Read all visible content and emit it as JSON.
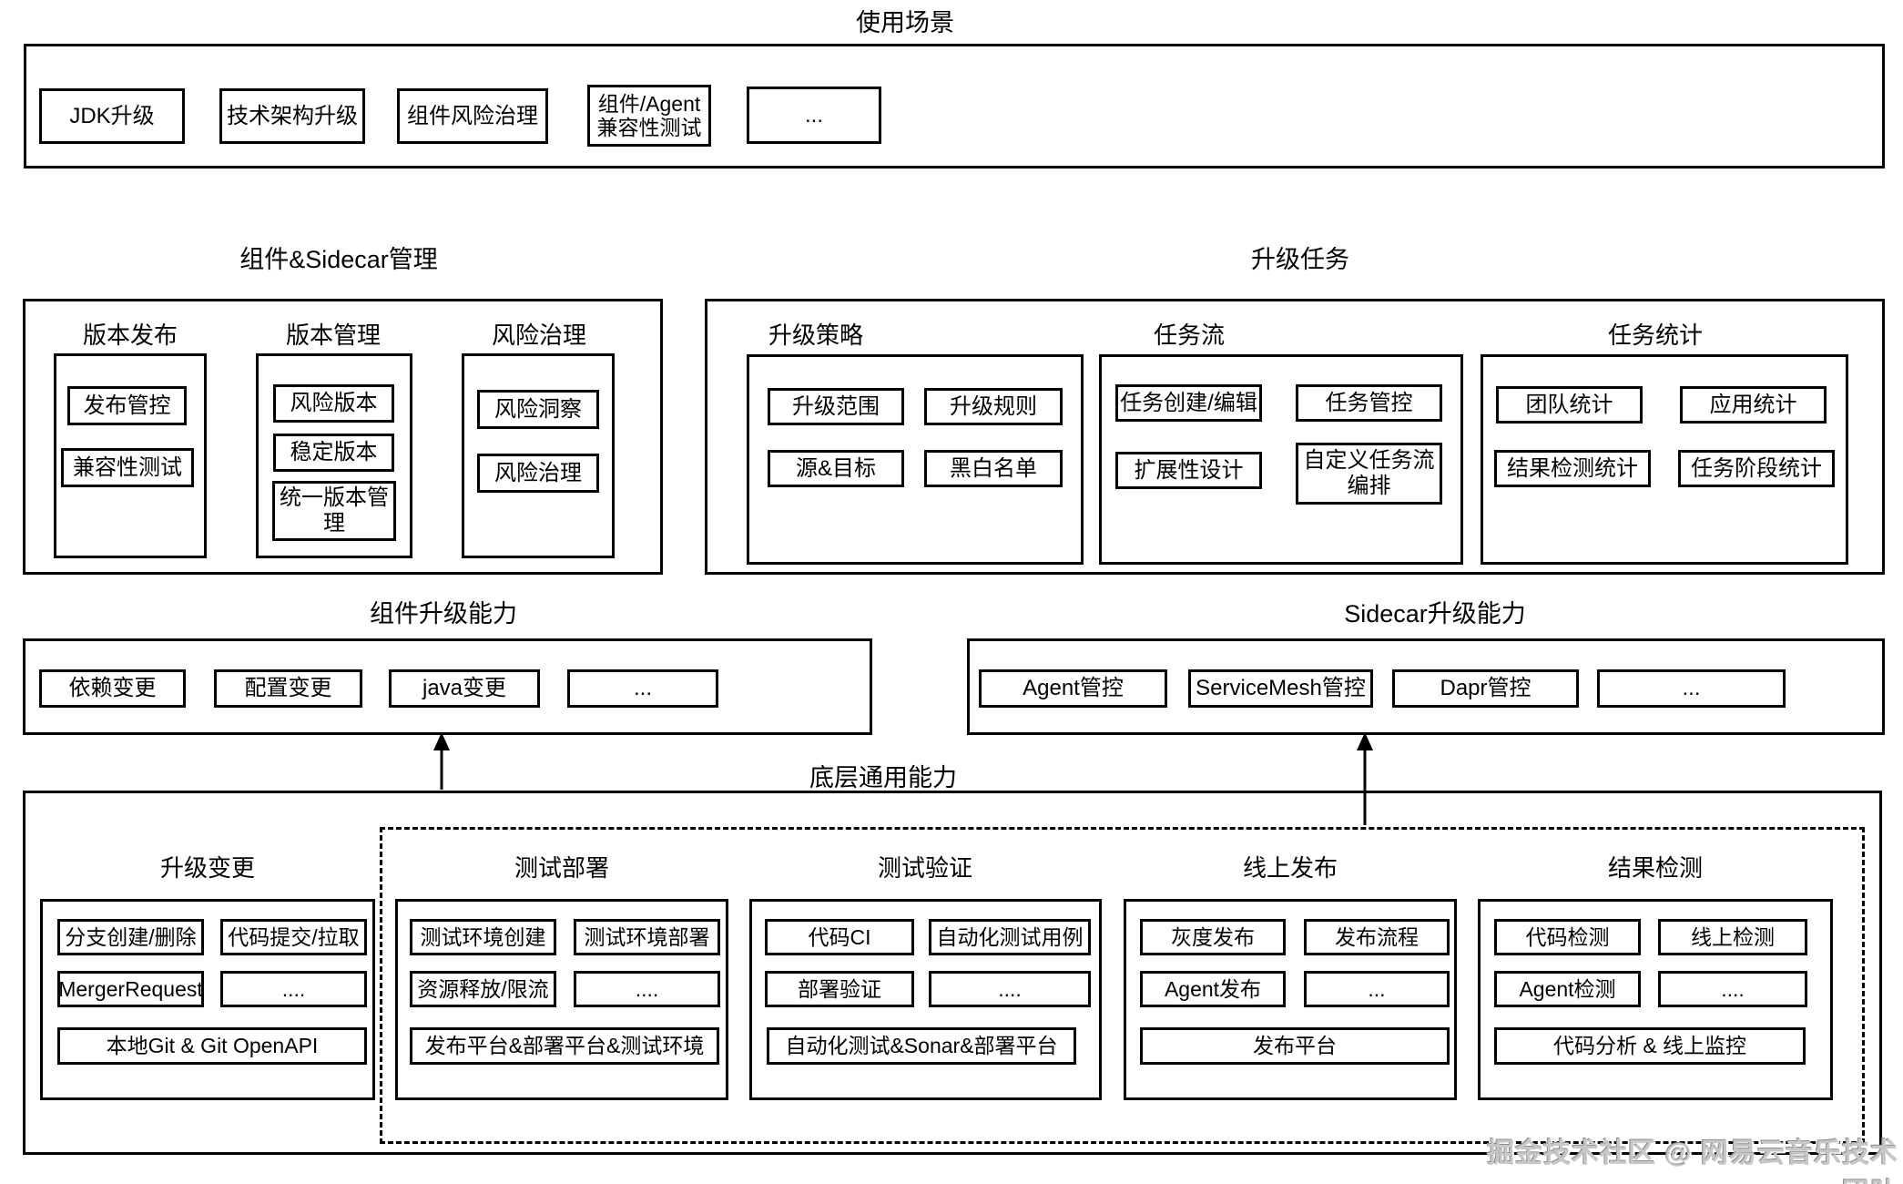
{
  "colors": {
    "line": "#000000",
    "background": "#ffffff",
    "watermark": "#c7c7c7"
  },
  "watermark": "掘金技术社区 @ 网易云音乐技术团队",
  "usage": {
    "title": "使用场景",
    "items": [
      "JDK升级",
      "技术架构升级",
      "组件风险治理",
      "组件/Agent\n兼容性测试",
      "..."
    ]
  },
  "management": {
    "title": "组件&Sidecar管理",
    "columns": [
      {
        "title": "版本发布",
        "items": [
          "发布管控",
          "兼容性测试"
        ]
      },
      {
        "title": "版本管理",
        "items": [
          "风险版本",
          "稳定版本",
          "统一版本管理"
        ]
      },
      {
        "title": "风险治理",
        "items": [
          "风险洞察",
          "风险治理"
        ]
      }
    ]
  },
  "upgrade_task": {
    "title": "升级任务",
    "columns": [
      {
        "title": "升级策略",
        "items": [
          "升级范围",
          "升级规则",
          "源&目标",
          "黑白名单"
        ]
      },
      {
        "title": "任务流",
        "items": [
          "任务创建/编辑",
          "任务管控",
          "扩展性设计",
          "自定义任务流编排"
        ]
      },
      {
        "title": "任务统计",
        "items": [
          "团队统计",
          "应用统计",
          "结果检测统计",
          "任务阶段统计"
        ]
      }
    ]
  },
  "component_capability": {
    "title": "组件升级能力",
    "items": [
      "依赖变更",
      "配置变更",
      "java变更",
      "..."
    ]
  },
  "sidecar_capability": {
    "title": "Sidecar升级能力",
    "items": [
      "Agent管控",
      "ServiceMesh管控",
      "Dapr管控",
      "..."
    ]
  },
  "base_capability": {
    "title": "底层通用能力",
    "columns": [
      {
        "title": "升级变更",
        "items": [
          "分支创建/删除",
          "代码提交/拉取",
          "MergerRequest",
          "...."
        ],
        "footer": "本地Git & Git OpenAPI"
      },
      {
        "title": "测试部署",
        "items": [
          "测试环境创建",
          "测试环境部署",
          "资源释放/限流",
          "...."
        ],
        "footer": "发布平台&部署平台&测试环境"
      },
      {
        "title": "测试验证",
        "items": [
          "代码CI",
          "自动化测试用例",
          "部署验证",
          "...."
        ],
        "footer": "自动化测试&Sonar&部署平台"
      },
      {
        "title": "线上发布",
        "items": [
          "灰度发布",
          "发布流程",
          "Agent发布",
          "..."
        ],
        "footer": "发布平台"
      },
      {
        "title": "结果检测",
        "items": [
          "代码检测",
          "线上检测",
          "Agent检测",
          "...."
        ],
        "footer": "代码分析 & 线上监控"
      }
    ]
  }
}
